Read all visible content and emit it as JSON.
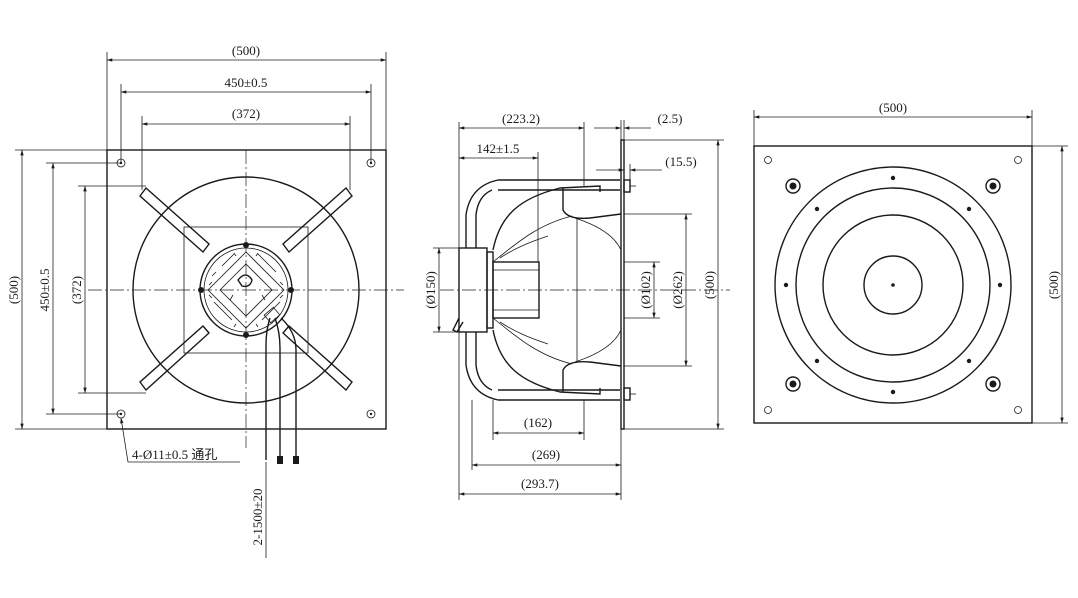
{
  "front_view": {
    "dims": {
      "overall_width": "(500)",
      "hole_pitch_h": "450±0.5",
      "bracket_width": "(372)",
      "overall_height": "(500)",
      "hole_pitch_v": "450±0.5",
      "bracket_height": "(372)"
    },
    "hole_note": "4-Ø11±0.5 通孔",
    "cable_length": "2-1500±20"
  },
  "side_view": {
    "dims": {
      "d_223": "(223.2)",
      "d_142": "142±1.5",
      "d_2_5": "(2.5)",
      "d_15_5": "(15.5)",
      "dia_150": "(Ø150)",
      "dia_102": "(Ø102)",
      "dia_262": "(Ø262)",
      "height_500": "(500)",
      "d_162": "(162)",
      "d_269": "(269)",
      "d_293": "(293.7)"
    }
  },
  "rear_view": {
    "dims": {
      "width": "(500)",
      "height": "(500)"
    }
  },
  "colors": {
    "line": "#1a1a1a",
    "background": "#ffffff"
  }
}
